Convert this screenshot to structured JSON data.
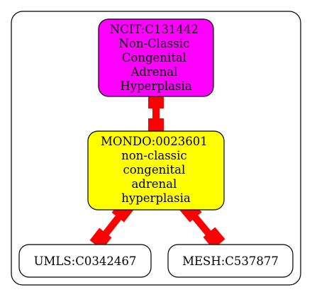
{
  "graph": {
    "nodes": [
      {
        "id": "ncit",
        "fill": "#ff00ff",
        "lines": [
          "NCIT:C131442",
          "Non-Classic",
          "Congenital",
          "Adrenal",
          "Hyperplasia"
        ]
      },
      {
        "id": "mondo",
        "fill": "#ffff00",
        "lines": [
          "MONDO:0023601",
          "non-classic",
          "congenital",
          "adrenal",
          "hyperplasia"
        ]
      },
      {
        "id": "umls",
        "fill": "#ffffff",
        "lines": [
          "UMLS:C0342467"
        ]
      },
      {
        "id": "mesh",
        "fill": "#ffffff",
        "lines": [
          "MESH:C537877"
        ]
      }
    ],
    "edges": [
      {
        "from": "ncit",
        "to": "mondo",
        "color": "#ff0000"
      },
      {
        "from": "mondo",
        "to": "umls",
        "color": "#ff0000"
      },
      {
        "from": "mondo",
        "to": "mesh",
        "color": "#ff0000"
      }
    ]
  }
}
